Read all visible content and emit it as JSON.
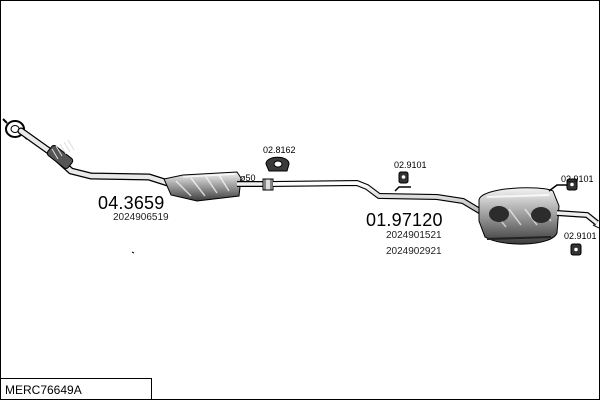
{
  "title": "MERC76649A",
  "front_section": {
    "number": "04.3659",
    "oem": "2024906519"
  },
  "rear_section": {
    "number": "01.97120",
    "oem_1": "2024901521",
    "oem_2": "2024902921"
  },
  "clamp": {
    "number": "02.8162",
    "diameter_label": "ø50"
  },
  "hangers": {
    "hanger_1": "02.9101",
    "hanger_2": "02.9101",
    "hanger_3": "02.9101"
  }
}
